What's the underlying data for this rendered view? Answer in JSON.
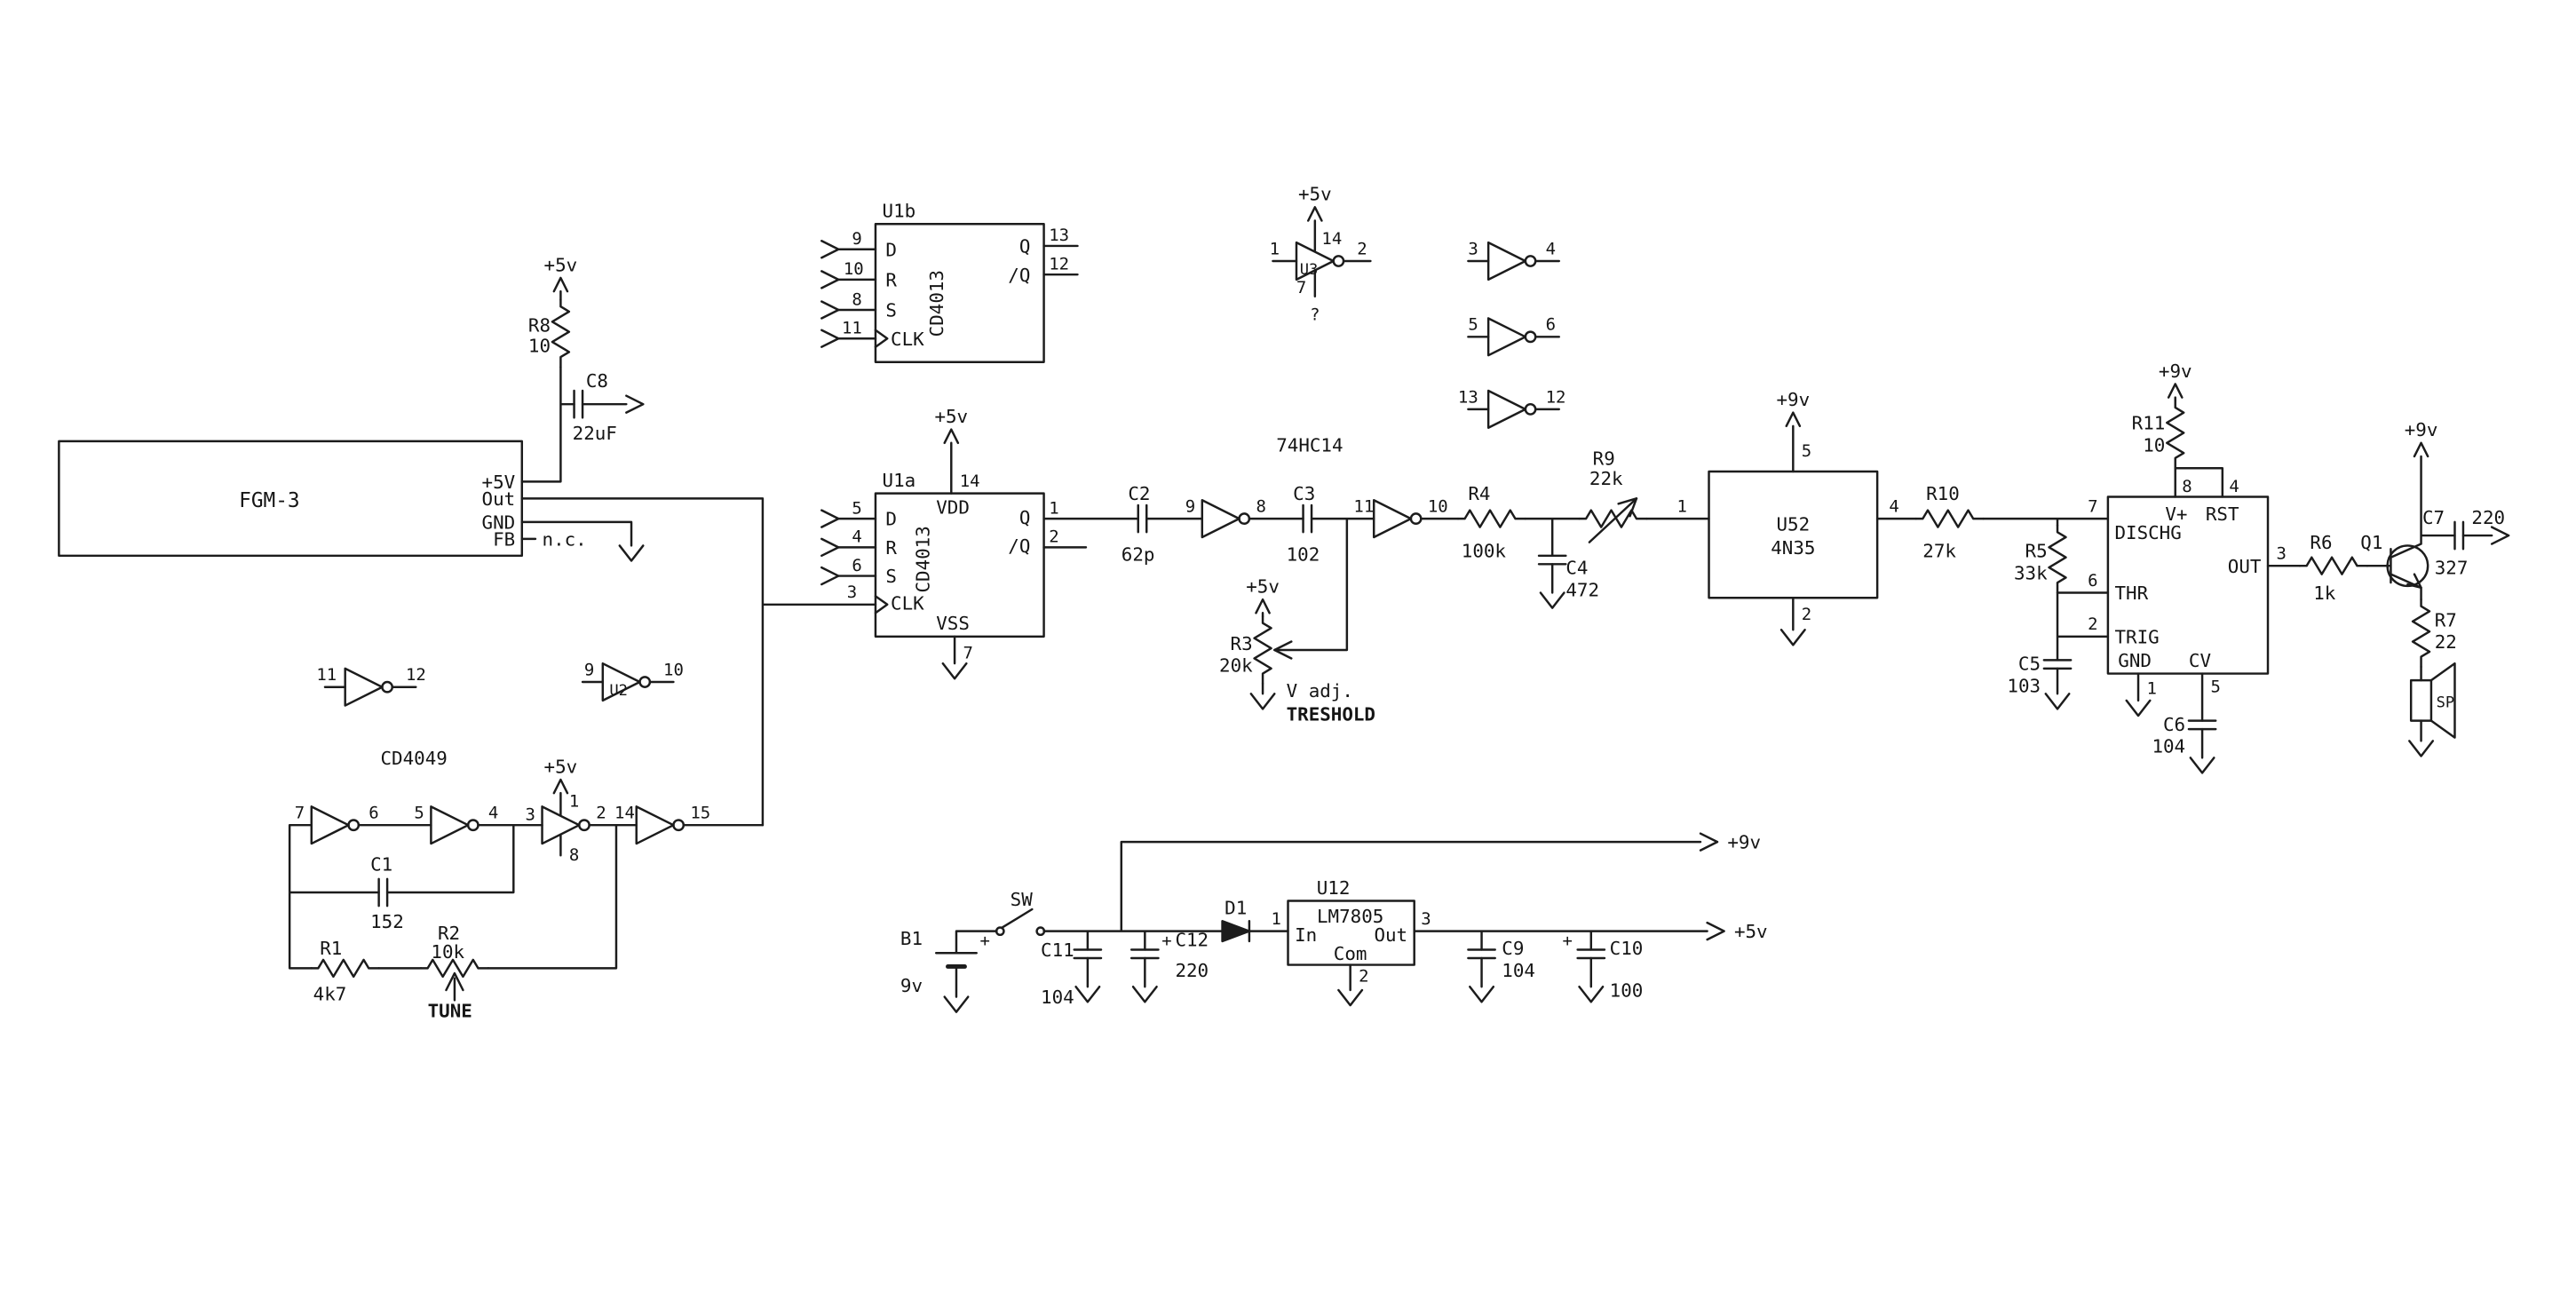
{
  "power": {
    "p5v": "+5v",
    "p9v": "+9v"
  },
  "sensor": {
    "ref": "FGM-3",
    "pin_vcc": "+5V",
    "pin_out": "Out",
    "pin_gnd": "GND",
    "pin_fb": "FB",
    "fb_note": "n.c."
  },
  "u1b": {
    "ref": "U1b",
    "device": "CD4013",
    "pin_d": "9",
    "name_d": "D",
    "pin_r": "10",
    "name_r": "R",
    "pin_s": "8",
    "name_s": "S",
    "pin_clk": "11",
    "name_clk": "CLK",
    "pin_q": "13",
    "name_q": "Q",
    "pin_qb": "12",
    "name_qb": "/Q"
  },
  "u1a": {
    "ref": "U1a",
    "device": "CD4013",
    "pin_vdd": "14",
    "name_vdd": "VDD",
    "pin_d": "5",
    "name_d": "D",
    "pin_r": "4",
    "name_r": "R",
    "pin_s": "6",
    "name_s": "S",
    "pin_clk": "3",
    "name_clk": "CLK",
    "pin_q": "1",
    "name_q": "Q",
    "pin_qb": "2",
    "name_qb": "/Q",
    "pin_vss": "7",
    "name_vss": "VSS"
  },
  "hex": {
    "ic": "74HC14",
    "u3": {
      "ref": "U3",
      "pin_in": "1",
      "pin_out": "2",
      "pin_vcc": "14",
      "pin_gnd": "7",
      "float_mark": "?"
    },
    "spare1": {
      "pin_in": "3",
      "pin_out": "4"
    },
    "spare2": {
      "pin_in": "5",
      "pin_out": "6"
    },
    "spare3": {
      "pin_in": "13",
      "pin_out": "12"
    },
    "gate1": {
      "pin_in": "9",
      "pin_out": "8"
    },
    "gate2": {
      "pin_in": "11",
      "pin_out": "10"
    }
  },
  "r8": {
    "ref": "R8",
    "value": "10"
  },
  "c8": {
    "ref": "C8",
    "value": "22uF"
  },
  "c2": {
    "ref": "C2",
    "value": "62p"
  },
  "c3": {
    "ref": "C3",
    "value": "102"
  },
  "r4": {
    "ref": "R4",
    "value": "100k"
  },
  "c4": {
    "ref": "C4",
    "value": "472"
  },
  "r9": {
    "ref": "R9",
    "value": "22k"
  },
  "r3": {
    "ref": "R3",
    "value": "20k",
    "adj_label": "V adj.",
    "function_label": "TRESHOLD"
  },
  "u52": {
    "ref": "U52",
    "device": "4N35",
    "pin_in": "1",
    "pin_vcc": "5",
    "pin_out": "4",
    "pin_gnd": "2"
  },
  "r10": {
    "ref": "R10",
    "value": "27k"
  },
  "r5": {
    "ref": "R5",
    "value": "33k"
  },
  "c5": {
    "ref": "C5",
    "value": "103"
  },
  "timer": {
    "pin_dis": "7",
    "name_dis": "DISCHG",
    "pin_thr": "6",
    "name_thr": "THR",
    "pin_trig": "2",
    "name_trig": "TRIG",
    "pin_vcc": "8",
    "name_vcc": "V+",
    "pin_rst": "4",
    "name_rst": "RST",
    "pin_out": "3",
    "name_out": "OUT",
    "pin_gnd": "1",
    "name_gnd": "GND",
    "pin_cv": "5",
    "name_cv": "CV"
  },
  "r11": {
    "ref": "R11",
    "value": "10"
  },
  "c6": {
    "ref": "C6",
    "value": "104"
  },
  "r6": {
    "ref": "R6",
    "value": "1k"
  },
  "q1": {
    "ref": "Q1",
    "value": "327"
  },
  "c7": {
    "ref": "C7",
    "value": "220"
  },
  "r7": {
    "ref": "R7",
    "value": "22"
  },
  "sp": {
    "ref": "SP"
  },
  "osc": {
    "ic": "CD4049",
    "inv1": {
      "pin_in": "7",
      "pin_out": "6"
    },
    "inv2": {
      "pin_in": "5",
      "pin_out": "4"
    },
    "inv3": {
      "pin_in": "3",
      "pin_out": "2",
      "pin_vdd": "1",
      "pin_vss": "8"
    },
    "inv4": {
      "pin_in": "14",
      "pin_out": "15"
    },
    "spare": {
      "pin_in": "11",
      "pin_out": "12"
    },
    "u2": {
      "ref": "U2",
      "pin_in": "9",
      "pin_out": "10"
    }
  },
  "c1": {
    "ref": "C1",
    "value": "152"
  },
  "r1": {
    "ref": "R1",
    "value": "4k7"
  },
  "r2": {
    "ref": "R2",
    "value": "10k",
    "function_label": "TUNE"
  },
  "supply": {
    "b1": {
      "ref": "B1",
      "value": "9v",
      "plus": "+"
    },
    "sw": {
      "ref": "SW"
    },
    "c11": {
      "ref": "C11",
      "value": "104"
    },
    "c12": {
      "ref": "C12",
      "value": "220",
      "plus": "+"
    },
    "d1": {
      "ref": "D1"
    },
    "u12": {
      "ref": "U12",
      "device": "LM7805",
      "pin_in": "1",
      "name_in": "In",
      "pin_out": "3",
      "name_out": "Out",
      "pin_com": "2",
      "name_com": "Com"
    },
    "c9": {
      "ref": "C9",
      "value": "104"
    },
    "c10": {
      "ref": "C10",
      "value": "100",
      "plus": "+"
    }
  }
}
